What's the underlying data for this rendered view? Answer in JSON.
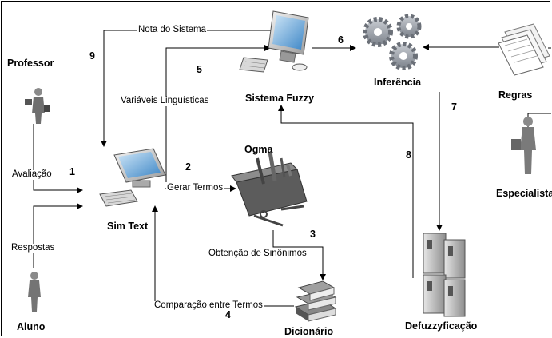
{
  "nodes": {
    "professor": "Professor",
    "aluno": "Aluno",
    "sim_text": "Sim Text",
    "sistema_fuzzy": "Sistema Fuzzy",
    "inferencia": "Inferência",
    "regras": "Regras",
    "especialista": "Especialista",
    "ogma": "Ogma",
    "dicionario": "Dicionário",
    "defuzzyficacao": "Defuzzyficação"
  },
  "edges": {
    "avaliacao": "Avaliação",
    "respostas": "Respostas",
    "nota_do_sistema": "Nota do Sistema",
    "variaveis_linguisticas": "Variáveis Linguísticas",
    "gerar_termos": "Gerar Termos",
    "obtencao_sinonimos": "Obtenção de Sinônimos",
    "comparacao_termos": "Comparação entre Termos"
  },
  "steps": {
    "s1": "1",
    "s2": "2",
    "s3": "3",
    "s4": "4",
    "s5": "5",
    "s6": "6",
    "s7": "7",
    "s8": "8",
    "s9": "9"
  }
}
